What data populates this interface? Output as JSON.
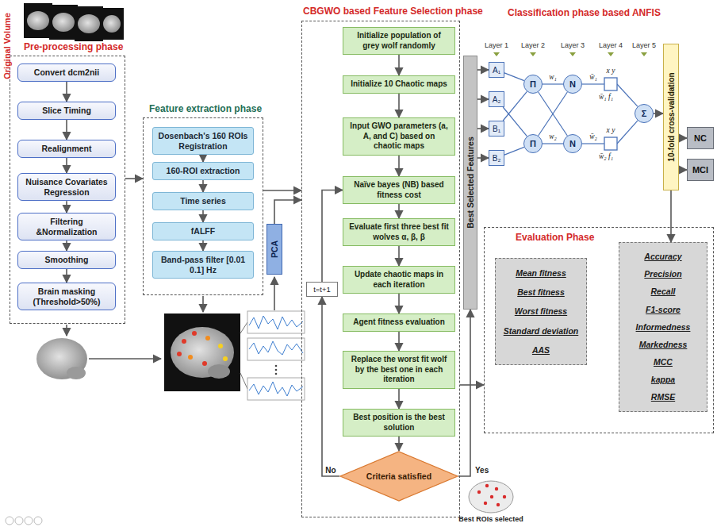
{
  "diagram": {
    "nodes": [
      {
        "text": [
          "Pre-processing phase"
        ]
      },
      {
        "text": [
          "Convert dcm2nii"
        ],
        "in": 0
      },
      {
        "text": [
          "Slice Timing"
        ],
        "in": 0
      },
      {
        "text": [
          "Realignment"
        ],
        "in": 0
      },
      {
        "text": [
          "Nuisance Covariates Regression"
        ],
        "in": 0
      },
      {
        "text": [
          "Filtering &Normalization"
        ],
        "in": 0
      },
      {
        "text": [
          "Smoothing"
        ],
        "in": 0
      },
      {
        "text": [
          "Brain masking (Threshold>50%)"
        ],
        "in": 0
      },
      {
        "text": [
          "Feature extraction phase"
        ]
      },
      {
        "text": [
          "Dosenbach's 160 ROIs Registration"
        ],
        "in": 8
      },
      {
        "text": [
          "160-ROI extraction"
        ],
        "in": 8
      },
      {
        "text": [
          "Time series"
        ],
        "in": 8
      },
      {
        "text": [
          "fALFF"
        ],
        "in": 8
      },
      {
        "text": [
          "Band-pass filter [0.01 0.1] Hz"
        ],
        "in": 8
      },
      {
        "text": [
          "PCA"
        ]
      },
      {
        "text": [
          "CBGWO based Feature Selection phase"
        ]
      },
      {
        "text": [
          "Initialize population of grey wolf randomly"
        ],
        "in": 15
      },
      {
        "text": [
          "Initialize 10 Chaotic maps"
        ],
        "in": 15
      },
      {
        "text": [
          "Input GWO parameters (a, A, and C) based on chaotic maps"
        ],
        "in": 15
      },
      {
        "text": [
          "Naïve bayes (NB) based fitness cost"
        ],
        "in": 15
      },
      {
        "text": [
          "Evaluate first three best fit wolves α, β, β"
        ],
        "in": 15
      },
      {
        "text": [
          "Update chaotic maps in each iteration"
        ],
        "in": 15
      },
      {
        "text": [
          "Agent fitness evaluation"
        ],
        "in": 15
      },
      {
        "text": [
          "Replace the worst fit wolf by the best one in each iteration"
        ],
        "in": 15
      },
      {
        "text": [
          "Best position is the best solution"
        ],
        "in": 15
      },
      {
        "text": [
          "Criteria satisfied"
        ],
        "in": 15
      },
      {
        "text": [
          "t=t+1"
        ],
        "in": 15
      },
      {
        "text": [
          "Best Selected Features"
        ]
      },
      {
        "text": [
          "A₁"
        ]
      },
      {
        "text": [
          "A₂"
        ]
      },
      {
        "text": [
          "B₁"
        ]
      },
      {
        "text": [
          "B₂"
        ]
      },
      {
        "text": [
          "Π"
        ]
      },
      {
        "text": [
          "Π"
        ]
      },
      {
        "text": [
          "N"
        ]
      },
      {
        "text": [
          "N"
        ]
      },
      {
        "text": [
          "Σ"
        ]
      },
      {
        "text": [
          "10-fold cross-validation"
        ]
      },
      {
        "text": [
          "NC"
        ]
      },
      {
        "text": [
          "MCI"
        ]
      },
      {
        "text": [
          "Evaluation Phase"
        ]
      },
      {
        "text": [
          "Mean fitness",
          "Best fitness",
          "Worst fitness",
          "Standard deviation",
          "AAS"
        ],
        "in": 40
      },
      {
        "text": [
          "Accuracy",
          "Precision",
          "Recall",
          "F1-score",
          "Informedness",
          "Markedness",
          "MCC",
          "kappa",
          "RMSE"
        ],
        "in": 40
      }
    ],
    "edges": [
      {
        "from": 1,
        "to": 2,
        "arrow": "to"
      },
      {
        "from": 2,
        "to": 3,
        "arrow": "to"
      },
      {
        "from": 3,
        "to": 4,
        "arrow": "to"
      },
      {
        "from": 4,
        "to": 5,
        "arrow": "to"
      },
      {
        "from": 5,
        "to": 6,
        "arrow": "to"
      },
      {
        "from": 6,
        "to": 7,
        "arrow": "to"
      },
      {
        "from": 0,
        "to": 8,
        "arrow": "to"
      },
      {
        "from": 9,
        "to": 10,
        "arrow": "to"
      },
      {
        "from": 10,
        "to": 11,
        "arrow": "to"
      },
      {
        "from": 11,
        "to": 12,
        "arrow": "to"
      },
      {
        "from": 12,
        "to": 13,
        "arrow": "to"
      },
      {
        "from": 8,
        "to": 15,
        "arrow": "to"
      },
      {
        "from": 14,
        "to": 15,
        "arrow": "to"
      },
      {
        "from": 16,
        "to": 17,
        "arrow": "to"
      },
      {
        "from": 17,
        "to": 18,
        "arrow": "to"
      },
      {
        "from": 18,
        "to": 19,
        "arrow": "to"
      },
      {
        "from": 19,
        "to": 20,
        "arrow": "to"
      },
      {
        "from": 20,
        "to": 21,
        "arrow": "to"
      },
      {
        "from": 21,
        "to": 22,
        "arrow": "to"
      },
      {
        "from": 22,
        "to": 23,
        "arrow": "to"
      },
      {
        "from": 23,
        "to": 24,
        "arrow": "to"
      },
      {
        "from": 24,
        "to": 25,
        "arrow": "to"
      },
      {
        "from": 25,
        "to": 26,
        "label": "No",
        "arrow": "to"
      },
      {
        "from": 26,
        "to": 19,
        "arrow": "to"
      },
      {
        "from": 25,
        "to": 27,
        "label": "Yes",
        "arrow": "to"
      },
      {
        "from": 27,
        "to": 28,
        "arrow": "to"
      },
      {
        "from": 27,
        "to": 29,
        "arrow": "to"
      },
      {
        "from": 27,
        "to": 30,
        "arrow": "to"
      },
      {
        "from": 27,
        "to": 31,
        "arrow": "to"
      },
      {
        "from": 28,
        "to": 32,
        "arrow": "none"
      },
      {
        "from": 29,
        "to": 33,
        "arrow": "none"
      },
      {
        "from": 30,
        "to": 32,
        "arrow": "none"
      },
      {
        "from": 31,
        "to": 33,
        "arrow": "none"
      },
      {
        "from": 32,
        "to": 34,
        "arrow": "none"
      },
      {
        "from": 32,
        "to": 35,
        "arrow": "none"
      },
      {
        "from": 33,
        "to": 34,
        "arrow": "none"
      },
      {
        "from": 33,
        "to": 35,
        "arrow": "none"
      },
      {
        "from": 36,
        "to": 37,
        "arrow": "to"
      },
      {
        "from": 37,
        "to": 38,
        "arrow": "to"
      },
      {
        "from": 37,
        "to": 39,
        "arrow": "to"
      },
      {
        "from": 37,
        "to": 42,
        "arrow": "to"
      },
      {
        "from": 15,
        "to": 40,
        "arrow": "to"
      }
    ],
    "labels": [
      "Original Volume",
      "Classification phase based ANFIS",
      "Layer 1",
      "Layer 2",
      "Layer 3",
      "Layer 4",
      "Layer 5",
      "w₁",
      "w₂",
      "w̄₁",
      "w̄₂",
      "x y",
      "x y",
      "w̄₁ f₁",
      "w̄₂ f₁",
      "Best ROIs selected"
    ]
  }
}
